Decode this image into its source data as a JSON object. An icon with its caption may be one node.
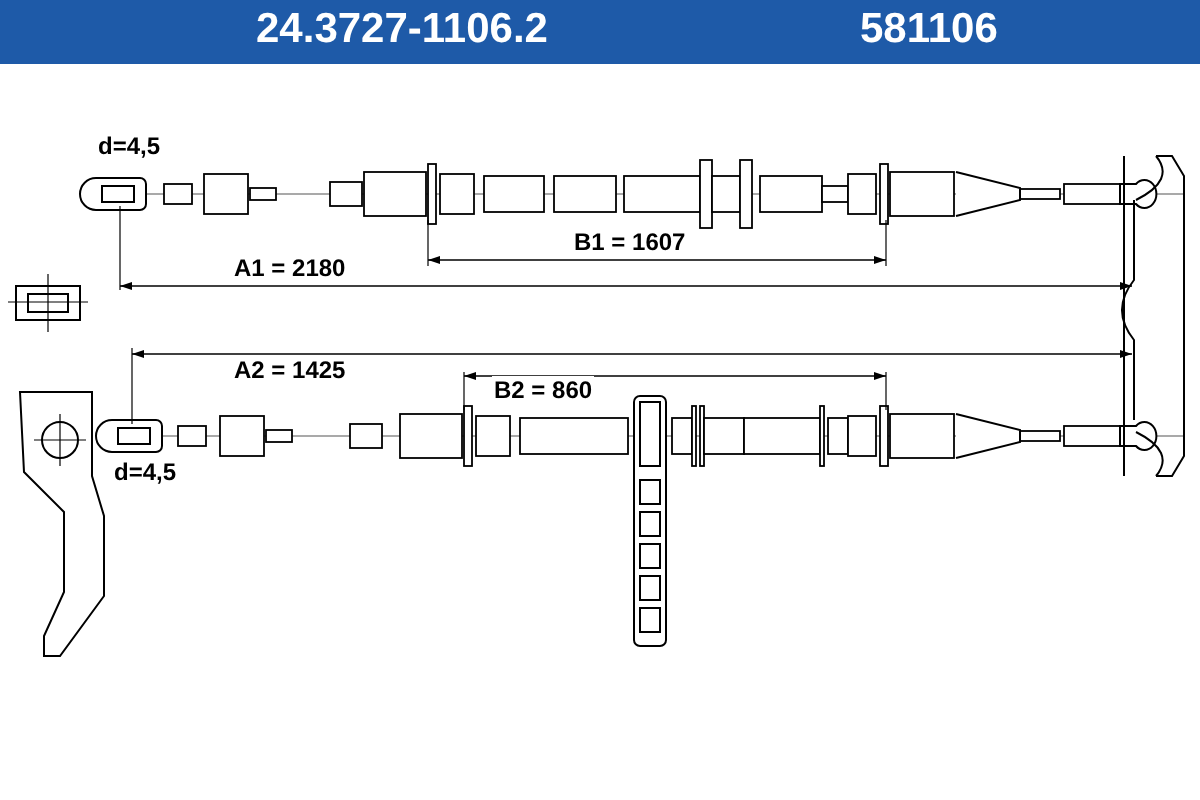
{
  "diagram": {
    "labels": [
      "24.3727-1106.2",
      "581106",
      "d=4,5",
      "B1 = 1607",
      "A1 = 2180",
      "A2 = 1425",
      "B2 = 860",
      "d=4,5"
    ]
  }
}
